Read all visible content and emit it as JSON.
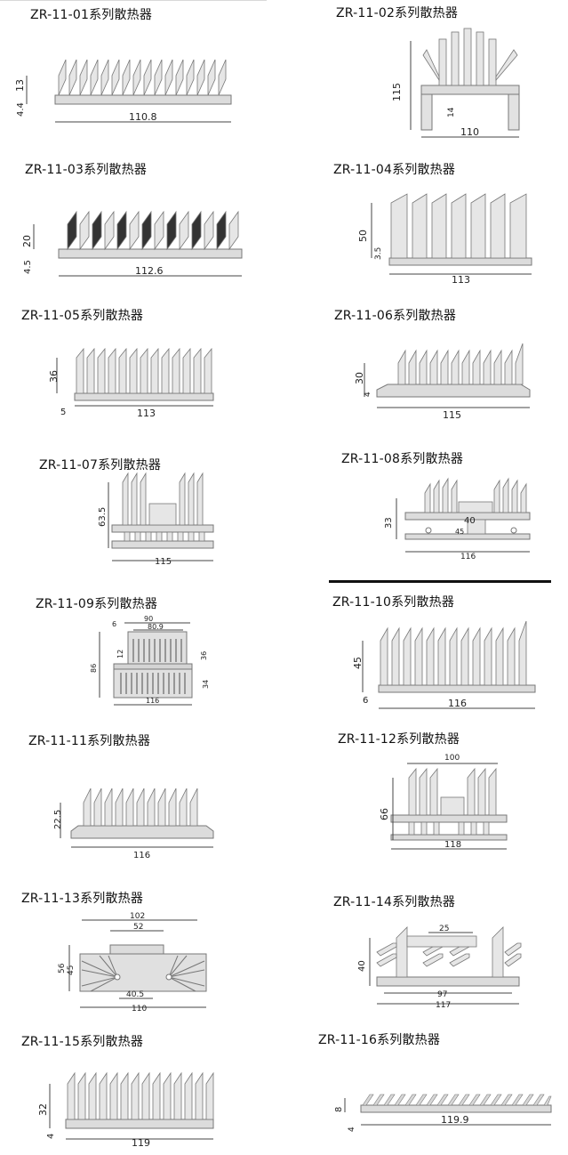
{
  "products": [
    {
      "title": "ZR-11-01系列散热器",
      "dims": [
        "13",
        "4.4",
        "110.8"
      ]
    },
    {
      "title": "ZR-11-02系列散热器",
      "dims": [
        "115",
        "14",
        "110"
      ]
    },
    {
      "title": "ZR-11-03系列散热器",
      "dims": [
        "20",
        "4.5",
        "112.6"
      ]
    },
    {
      "title": "ZR-11-04系列散热器",
      "dims": [
        "50",
        "3.5",
        "113"
      ]
    },
    {
      "title": "ZR-11-05系列散热器",
      "dims": [
        "36",
        "5",
        "113"
      ]
    },
    {
      "title": "ZR-11-06系列散热器",
      "dims": [
        "30",
        "4",
        "115"
      ]
    },
    {
      "title": "ZR-11-07系列散热器",
      "dims": [
        "63.5",
        "115"
      ]
    },
    {
      "title": "ZR-11-08系列散热器",
      "dims": [
        "33",
        "40",
        "45",
        "116"
      ]
    },
    {
      "title": "ZR-11-09系列散热器",
      "dims": [
        "90",
        "80.9",
        "6",
        "12",
        "86",
        "36",
        "34",
        "116"
      ]
    },
    {
      "title": "ZR-11-10系列散热器",
      "dims": [
        "45",
        "6",
        "116"
      ]
    },
    {
      "title": "ZR-11-11系列散热器",
      "dims": [
        "22.5",
        "116"
      ]
    },
    {
      "title": "ZR-11-12系列散热器",
      "dims": [
        "100",
        "66",
        "118"
      ]
    },
    {
      "title": "ZR-11-13系列散热器",
      "dims": [
        "102",
        "52",
        "56",
        "45",
        "40.5",
        "110"
      ]
    },
    {
      "title": "ZR-11-14系列散热器",
      "dims": [
        "25",
        "40",
        "97",
        "117"
      ]
    },
    {
      "title": "ZR-11-15系列散热器",
      "dims": [
        "32",
        "4",
        "119"
      ]
    },
    {
      "title": "ZR-11-16系列散热器",
      "dims": [
        "8",
        "4",
        "119.9"
      ]
    }
  ]
}
